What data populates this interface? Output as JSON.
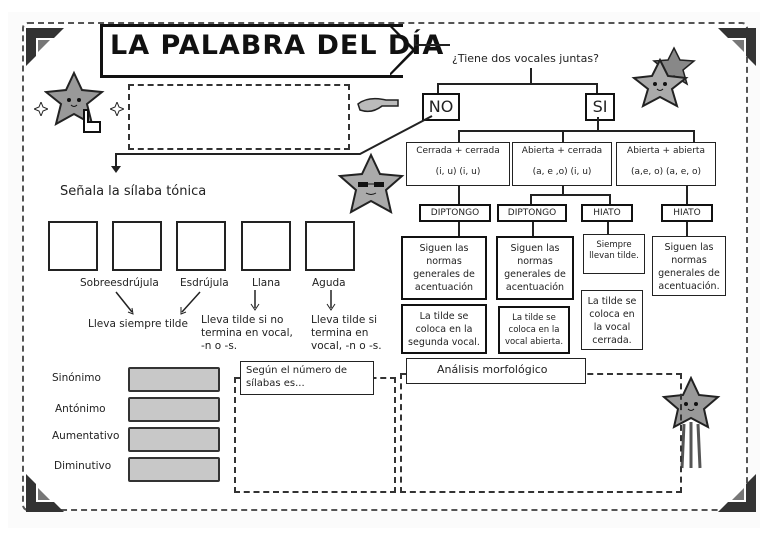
{
  "title": "LA PALABRA DEL DÍA",
  "question": "¿Tiene dos vocales juntas?",
  "no_label": "NO",
  "si_label": "SI",
  "tonic_heading": "Señala la sílaba tónica",
  "syllable_types": [
    {
      "name": "Sobreesdrújula",
      "rule": "Lleva siempre tilde"
    },
    {
      "name": "Esdrújula",
      "rule": ""
    },
    {
      "name": "Llana",
      "rule": "Lleva tilde si no termina en vocal, -n o -s."
    },
    {
      "name": "Aguda",
      "rule": "Lleva tilde si termina en vocal, -n o -s."
    }
  ],
  "vowel_groups": [
    {
      "name": "Cerrada + cerrada",
      "examples": "(i, u) (i, u)"
    },
    {
      "name": "Abierta + cerrada",
      "examples": "(a, e ,o) (i, u)"
    },
    {
      "name": "Abierta + abierta",
      "examples": "(a,e, o) (a, e, o)"
    }
  ],
  "classifications": [
    "DIPTONGO",
    "DIPTONGO",
    "HIATO",
    "HIATO"
  ],
  "rules": {
    "r1": "Siguen las normas generales de acentuación",
    "r1b": "La tilde se coloca en la segunda vocal.",
    "r2": "Siguen las normas generales de acentuación",
    "r2b": "La tilde se coloca en la vocal abierta.",
    "r3": "Siempre llevan tilde.",
    "r3b": "La tilde se coloca en la vocal cerrada.",
    "r4": "Siguen las normas generales de acentuación."
  },
  "word_relations": [
    "Sinónimo",
    "Antónimo",
    "Aumentativo",
    "Diminutivo"
  ],
  "syllable_count_label": "Según el número de sílabas es...",
  "morph_label": "Análisis morfológico"
}
